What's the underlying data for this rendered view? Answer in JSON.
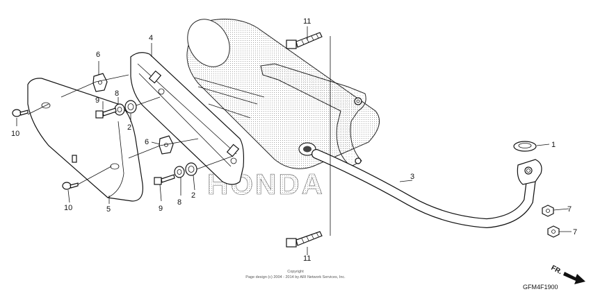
{
  "callouts": {
    "n1": "1",
    "n2a": "2",
    "n2b": "2",
    "n3": "3",
    "n4": "4",
    "n5": "5",
    "n6a": "6",
    "n6b": "6",
    "n7a": "7",
    "n7b": "7",
    "n8a": "8",
    "n8b": "8",
    "n9a": "9",
    "n9b": "9",
    "n10a": "10",
    "n10b": "10",
    "n11a": "11",
    "n11b": "11"
  },
  "watermark": "HONDA",
  "copyright": {
    "line1": "Copyright",
    "line2": "Page design (c) 2004 - 2014 by ARI Network Services, Inc."
  },
  "direction": "FR.",
  "diagram_code": "GFM4F1900",
  "colors": {
    "ink": "#111111",
    "stipple": "#9a9a9a"
  },
  "icons": {
    "direction_arrow": "arrow-right-down-icon"
  }
}
